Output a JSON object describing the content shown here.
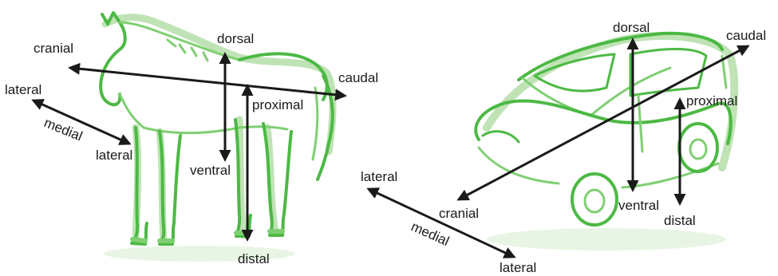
{
  "horse": {
    "cranial": "cranial",
    "caudal": "caudal",
    "dorsal": "dorsal",
    "ventral": "ventral",
    "proximal": "proximal",
    "distal": "distal",
    "lateral_top": "lateral",
    "medial": "medial",
    "lateral_bottom": "lateral"
  },
  "car": {
    "cranial": "cranial",
    "caudal": "caudal",
    "dorsal": "dorsal",
    "ventral": "ventral",
    "proximal": "proximal",
    "distal": "distal",
    "lateral_top": "lateral",
    "medial": "medial",
    "lateral_bottom": "lateral"
  },
  "colors": {
    "sketch_green": "#4cb944",
    "sketch_light": "#bfe3b5",
    "arrow": "#1a1a1a"
  }
}
